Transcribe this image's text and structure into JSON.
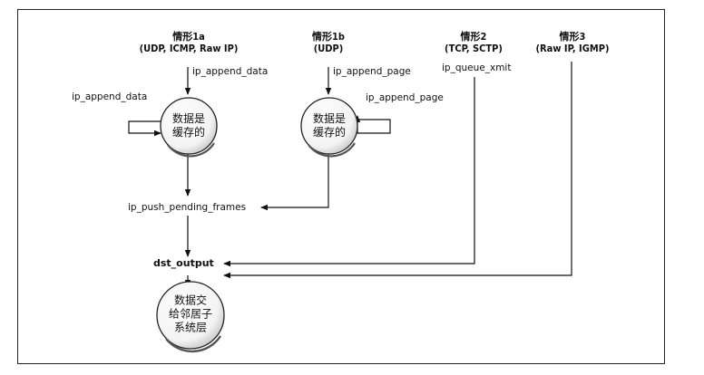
{
  "cases": [
    {
      "title": "情形1a",
      "subtitle": "(UDP, ICMP, Raw IP)"
    },
    {
      "title": "情形1b",
      "subtitle": "(UDP)"
    },
    {
      "title": "情形2",
      "subtitle": "(TCP, SCTP)"
    },
    {
      "title": "情形3",
      "subtitle": "(Raw IP, IGMP)"
    }
  ],
  "labels": {
    "case1a_entry": "ip_append_data",
    "case1a_loop": "ip_append_data",
    "case1b_entry": "ip_append_page",
    "case1b_loop": "ip_append_page",
    "case2_entry": "ip_queue_xmit",
    "push_pending": "ip_push_pending_frames",
    "dst_output": "dst_output"
  },
  "nodes": {
    "buffer_1a": [
      "数据是",
      "缓存的"
    ],
    "buffer_1b": [
      "数据是",
      "缓存的"
    ],
    "neighbor": [
      "数据交",
      "给邻居子",
      "系统层"
    ]
  }
}
